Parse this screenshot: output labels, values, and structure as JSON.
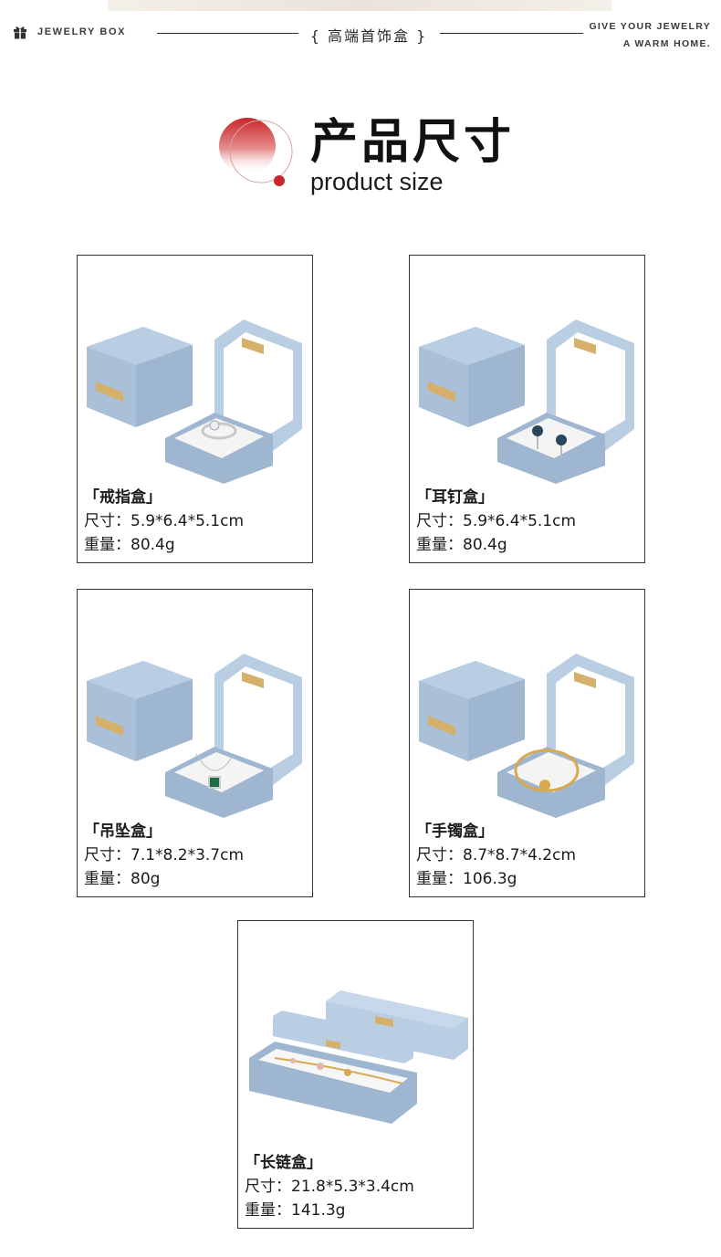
{
  "header": {
    "brand": "JEWELRY BOX",
    "center_title": "{ 高端首饰盒 }",
    "tagline_line1": "GIVE YOUR JEWELRY",
    "tagline_line2": "A WARM HOME."
  },
  "section": {
    "title_zh": "产品尺寸",
    "title_en": "product size"
  },
  "products": [
    {
      "name": "「戒指盒」",
      "size": "尺寸：5.9*6.4*5.1cm",
      "weight": "重量：80.4g",
      "content": "ring"
    },
    {
      "name": "「耳钉盒」",
      "size": "尺寸：5.9*6.4*5.1cm",
      "weight": "重量：80.4g",
      "content": "earrings"
    },
    {
      "name": "「吊坠盒」",
      "size": "尺寸：7.1*8.2*3.7cm",
      "weight": "重量：80g",
      "content": "pendant"
    },
    {
      "name": "「手镯盒」",
      "size": "尺寸：8.7*8.7*4.2cm",
      "weight": "重量：106.3g",
      "content": "bangle"
    },
    {
      "name": "「长链盒」",
      "size": "尺寸：21.8*5.3*3.4cm",
      "weight": "重量：141.3g",
      "content": "bracelet"
    }
  ],
  "colors": {
    "box_blue": "#b9cde3",
    "box_blue_dark": "#9fb6d0",
    "gold": "#d6b06a",
    "accent_red": "#c8262b"
  }
}
